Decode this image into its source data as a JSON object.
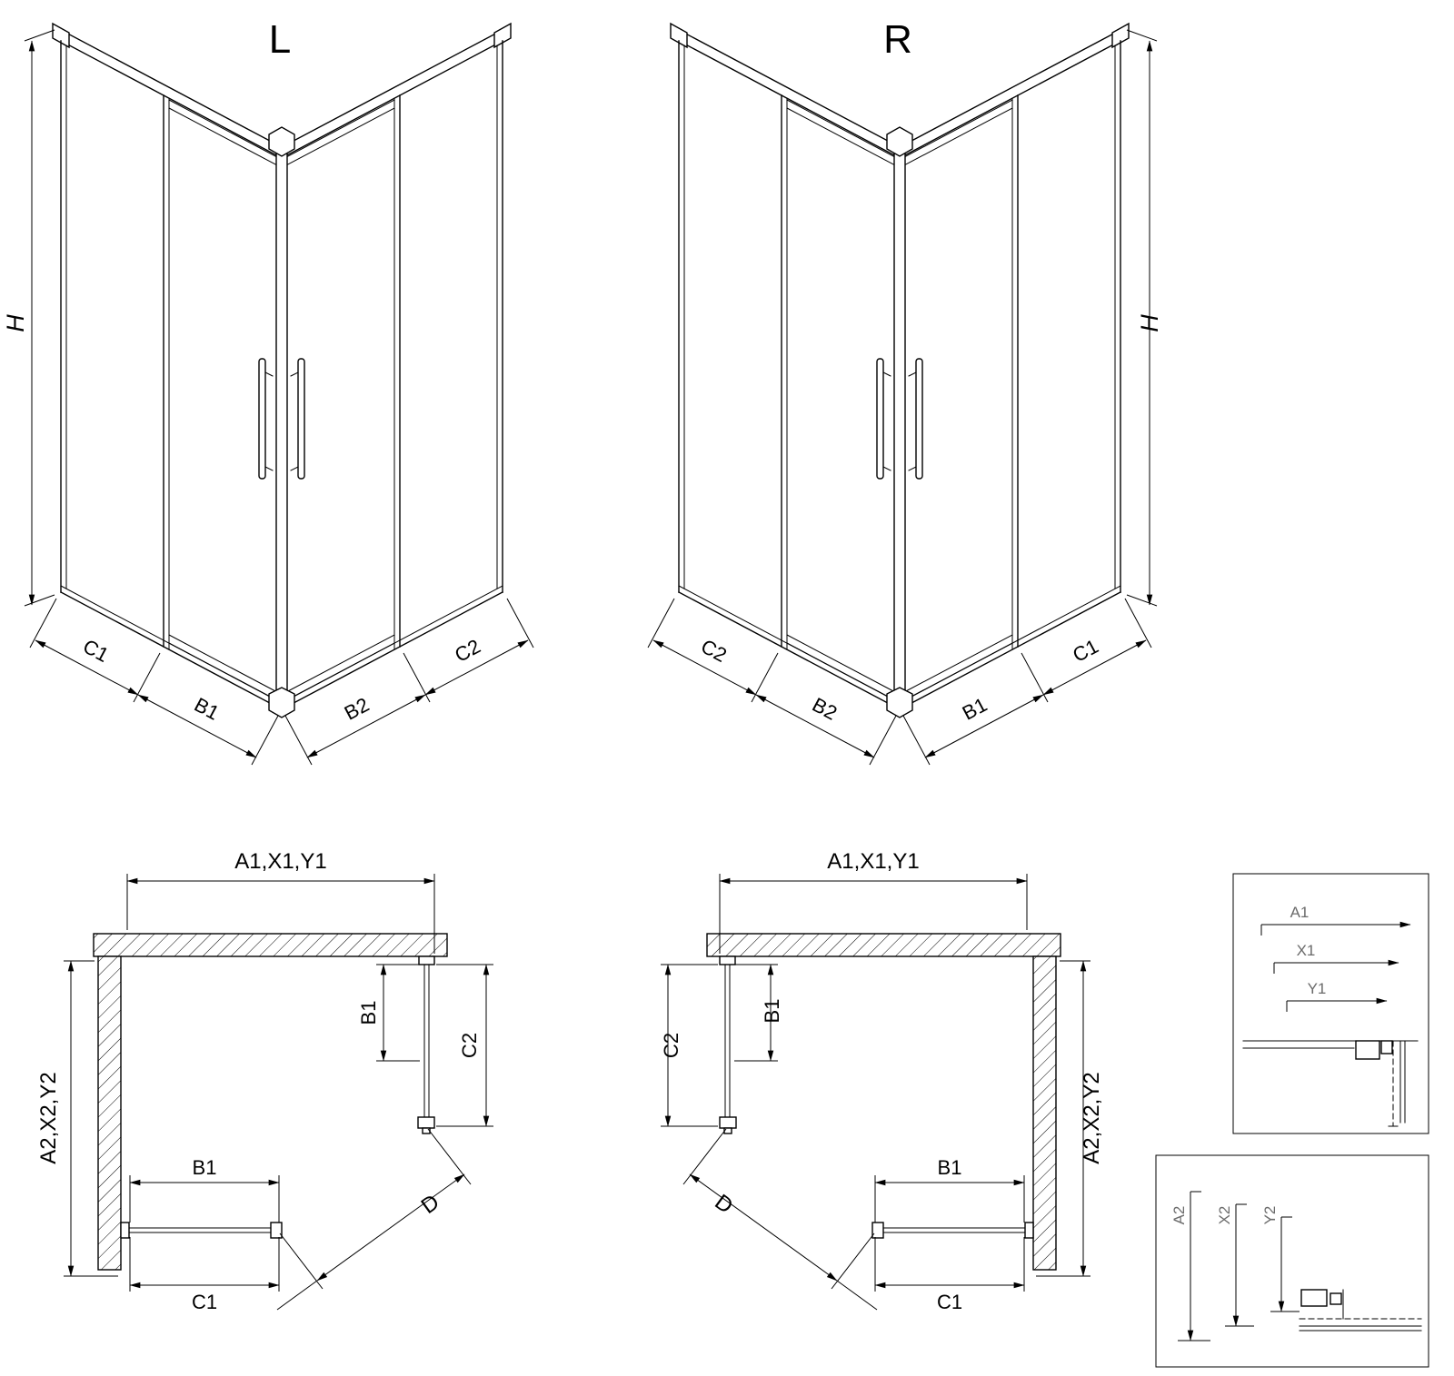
{
  "colors": {
    "line": "#000000",
    "detail_text": "#6b6b6b",
    "background": "#ffffff"
  },
  "iso_views": [
    {
      "label": "L",
      "height_label": "H",
      "bottom_dims_left": [
        "C1",
        "B1"
      ],
      "bottom_dims_right": [
        "B2",
        "C2"
      ]
    },
    {
      "label": "R",
      "height_label": "H",
      "bottom_dims_left": [
        "C2",
        "B2"
      ],
      "bottom_dims_right": [
        "B1",
        "C1"
      ]
    }
  ],
  "plan_views": [
    {
      "top_dim": "A1,X1,Y1",
      "side_dim": "A2,X2,Y2",
      "inner_dims": [
        "B1",
        "C2"
      ],
      "bottom_dims": [
        "B1",
        "C1"
      ],
      "diagonal_dim": "D"
    },
    {
      "top_dim": "A1,X1,Y1",
      "side_dim": "A2,X2,Y2",
      "inner_dims": [
        "C2",
        "B1"
      ],
      "bottom_dims": [
        "B1",
        "C1"
      ],
      "diagonal_dim": "D"
    }
  ],
  "detail_views": [
    {
      "dims": [
        "A1",
        "X1",
        "Y1"
      ]
    },
    {
      "dims": [
        "A2",
        "X2",
        "Y2"
      ]
    }
  ]
}
